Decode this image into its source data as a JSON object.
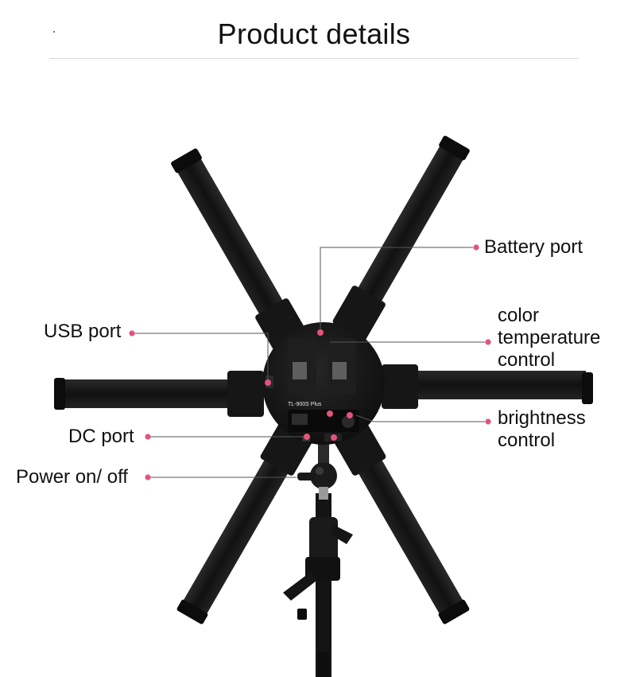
{
  "page": {
    "title": "Product details"
  },
  "product": {
    "model_label": "TL-900S Plus"
  },
  "callouts": {
    "battery_port": "Battery port",
    "usb_port": "USB port",
    "color_temperature_control": [
      "color",
      "temperature",
      "control"
    ],
    "dc_port": "DC port",
    "brightness_control": [
      "brightness",
      "control"
    ],
    "power_on_off": "Power on/ off"
  },
  "colors": {
    "accent_dot": "#e3547a",
    "leader_line": "#555555",
    "product_body": "#141414"
  }
}
